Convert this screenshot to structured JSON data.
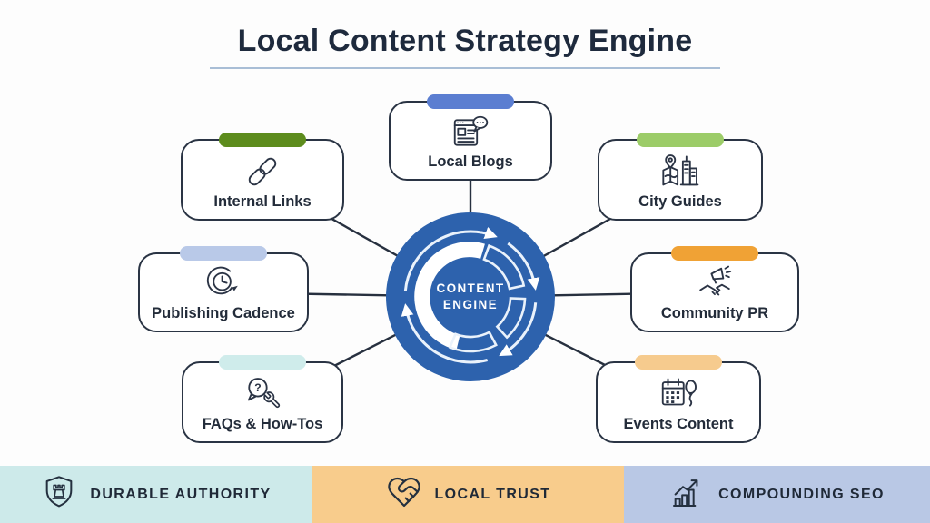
{
  "title": "Local Content Strategy Engine",
  "palette": {
    "background": "#fdfdfd",
    "ink": "#232c3a",
    "connector": "#27303f",
    "title_underline": "#a9bed6"
  },
  "hub": {
    "line1": "CONTENT",
    "line2": "ENGINE",
    "color": "#2d62ad"
  },
  "nodes": [
    {
      "label": "Internal Links",
      "icon": "chain-link-icon",
      "accent": "#5d8c1d"
    },
    {
      "label": "Local Blogs",
      "icon": "blog-comment-icon",
      "accent": "#5b7ed1"
    },
    {
      "label": "City Guides",
      "icon": "map-city-icon",
      "accent": "#9ccc68"
    },
    {
      "label": "Publishing Cadence",
      "icon": "clock-cycle-icon",
      "accent": "#b9c9e8"
    },
    {
      "label": "Community PR",
      "icon": "megaphone-handshake-icon",
      "accent": "#f0a235"
    },
    {
      "label": "FAQs & How-Tos",
      "icon": "question-wrench-icon",
      "accent": "#cfeceb"
    },
    {
      "label": "Events Content",
      "icon": "calendar-balloon-icon",
      "accent": "#f6cb8e"
    }
  ],
  "footer": [
    {
      "label": "DURABLE AUTHORITY",
      "icon": "shield-castle-icon",
      "bg": "#cdeaea"
    },
    {
      "label": "LOCAL TRUST",
      "icon": "heart-handshake-icon",
      "bg": "#f8cc8c"
    },
    {
      "label": "COMPOUNDING SEO",
      "icon": "growth-chart-icon",
      "bg": "#b9c8e5"
    }
  ]
}
